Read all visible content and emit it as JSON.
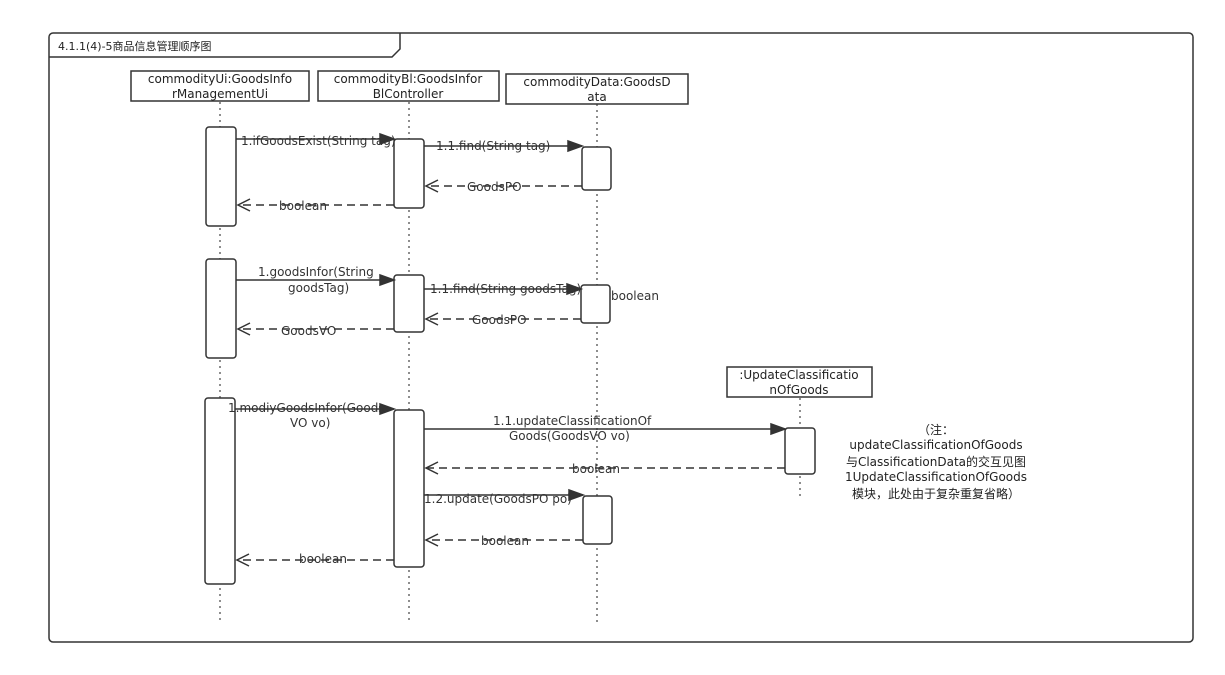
{
  "frame": {
    "title": "4.1.1(4)-5商品信息管理顺序图"
  },
  "objects": {
    "ui": {
      "line1": "commodityUi:GoodsInfo",
      "line2": "rManagementUi"
    },
    "bl": {
      "line1": "commodityBl:GoodsInfor",
      "line2": "BlController"
    },
    "data": {
      "line1": "commodityData:GoodsD",
      "line2": "ata"
    },
    "cls": {
      "line1": ":UpdateClassificatio",
      "line2": "nOfGoods"
    }
  },
  "messages": {
    "m1": "1.ifGoodsExist(String tag)",
    "m1_1": "1.1.find(String tag)",
    "r1_1": "GoodsPO",
    "r1": "boolean",
    "m2_a": "1.goodsInfor(String",
    "m2_b": "goodsTag)",
    "m2_1": "1.1.find(String goodsTag)",
    "r2_1": "GoodsPO",
    "r2": "GoodsVO",
    "r2_side": "boolean",
    "m3_a": "1.modiyGoodsInfor(Goods",
    "m3_b": "VO vo)",
    "m3_1_a": "1.1.updateClassificationOf",
    "m3_1_b": "Goods(GoodsVO vo)",
    "r3_1": "boolean",
    "m3_2": "1.2.update(GoodsPO po)",
    "r3_2": "boolean",
    "r3": "boolean"
  },
  "note": {
    "line1": "（注：",
    "line2": "updateClassificationOfGoods",
    "line3": "与ClassificationData的交互见图",
    "line4": "1UpdateClassificationOfGoods",
    "line5": "模块，此处由于复杂重复省略）"
  }
}
